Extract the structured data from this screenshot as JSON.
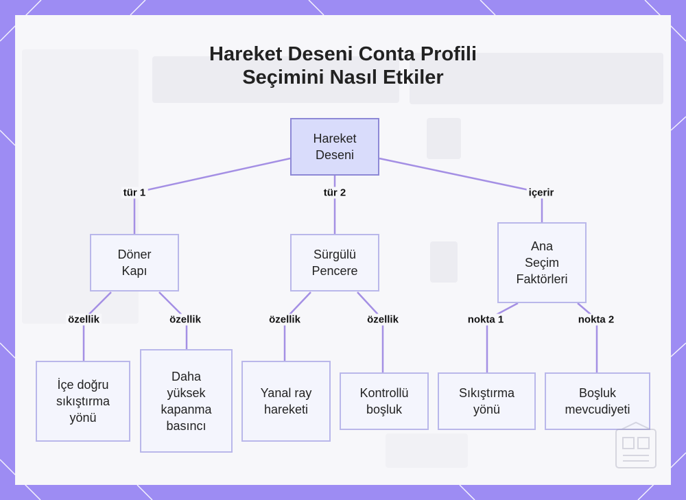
{
  "title": {
    "line1": "Hareket Deseni Conta Profili",
    "line2": "Seçimini Nasıl Etkiler"
  },
  "nodes": {
    "root": "Hareket\nDeseni",
    "doner": "Döner\nKapı",
    "surgulu": "Sürgülü\nPencere",
    "ana": "Ana\nSeçim\nFaktörleri",
    "ice": "İçe doğru\nsıkıştırma\nyönü",
    "daha": "Daha\nyüksek\nkapanma\nbasıncı",
    "yanal": "Yanal ray\nhareketi",
    "kontrollu": "Kontrollü\nboşluk",
    "sikistirma": "Sıkıştırma\nyönü",
    "bosluk": "Boşluk\nmevcudiyeti"
  },
  "edge_labels": {
    "tur1": "tür 1",
    "tur2": "tür 2",
    "icerir": "içerir",
    "ozellik1": "özellik",
    "ozellik2": "özellik",
    "ozellik3": "özellik",
    "ozellik4": "özellik",
    "nokta1": "nokta 1",
    "nokta2": "nokta 2"
  },
  "colors": {
    "frame": "#9d8cf3",
    "edge": "#a48fe4",
    "node_fill": "#f4f5fd",
    "node_border": "#b9b7ea",
    "root_fill": "#d9dcfb"
  }
}
